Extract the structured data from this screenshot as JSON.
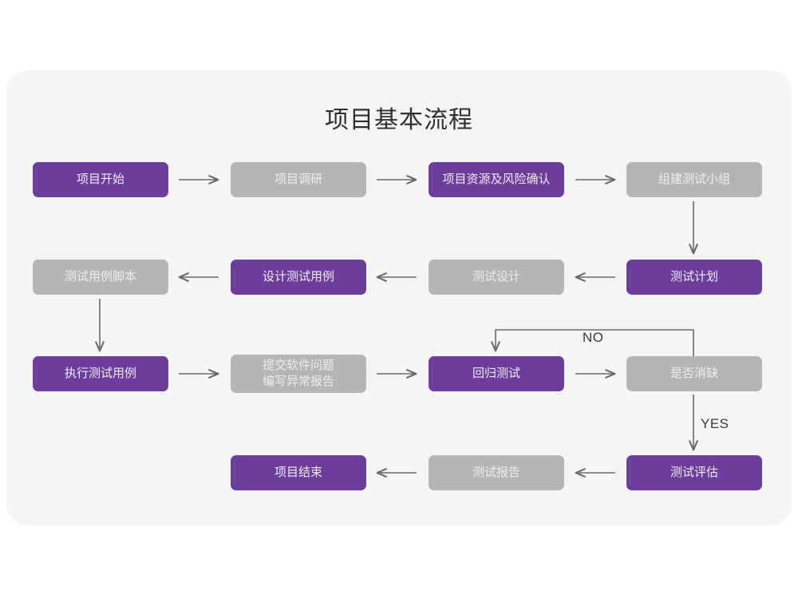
{
  "title": "项目基本流程",
  "colors": {
    "purple": "#6d3d9e",
    "gray": "#b5b5b5",
    "panel_bg": "#f5f5f5",
    "page_bg": "#ffffff",
    "arrow": "#6a6a6a",
    "title_text": "#2f2f2f"
  },
  "nodes": {
    "n1": {
      "label": "项目开始",
      "style": "purple"
    },
    "n2": {
      "label": "项目调研",
      "style": "gray"
    },
    "n3": {
      "label": "项目资源及风险确认",
      "style": "purple"
    },
    "n4": {
      "label": "组建测试小组",
      "style": "gray"
    },
    "n5": {
      "label": "测试计划",
      "style": "purple"
    },
    "n6": {
      "label": "测试设计",
      "style": "gray"
    },
    "n7": {
      "label": "设计测试用例",
      "style": "purple"
    },
    "n8": {
      "label": "测试用例脚本",
      "style": "gray"
    },
    "n9": {
      "label": "执行测试用例",
      "style": "purple"
    },
    "n10": {
      "label": "提交软件问题\n编写异常报告",
      "style": "gray"
    },
    "n11": {
      "label": "回归测试",
      "style": "purple"
    },
    "n12": {
      "label": "是否消缺",
      "style": "gray"
    },
    "n13": {
      "label": "测试评估",
      "style": "purple"
    },
    "n14": {
      "label": "测试报告",
      "style": "gray"
    },
    "n15": {
      "label": "项目结束",
      "style": "purple"
    }
  },
  "edge_labels": {
    "no": "NO",
    "yes": "YES"
  }
}
